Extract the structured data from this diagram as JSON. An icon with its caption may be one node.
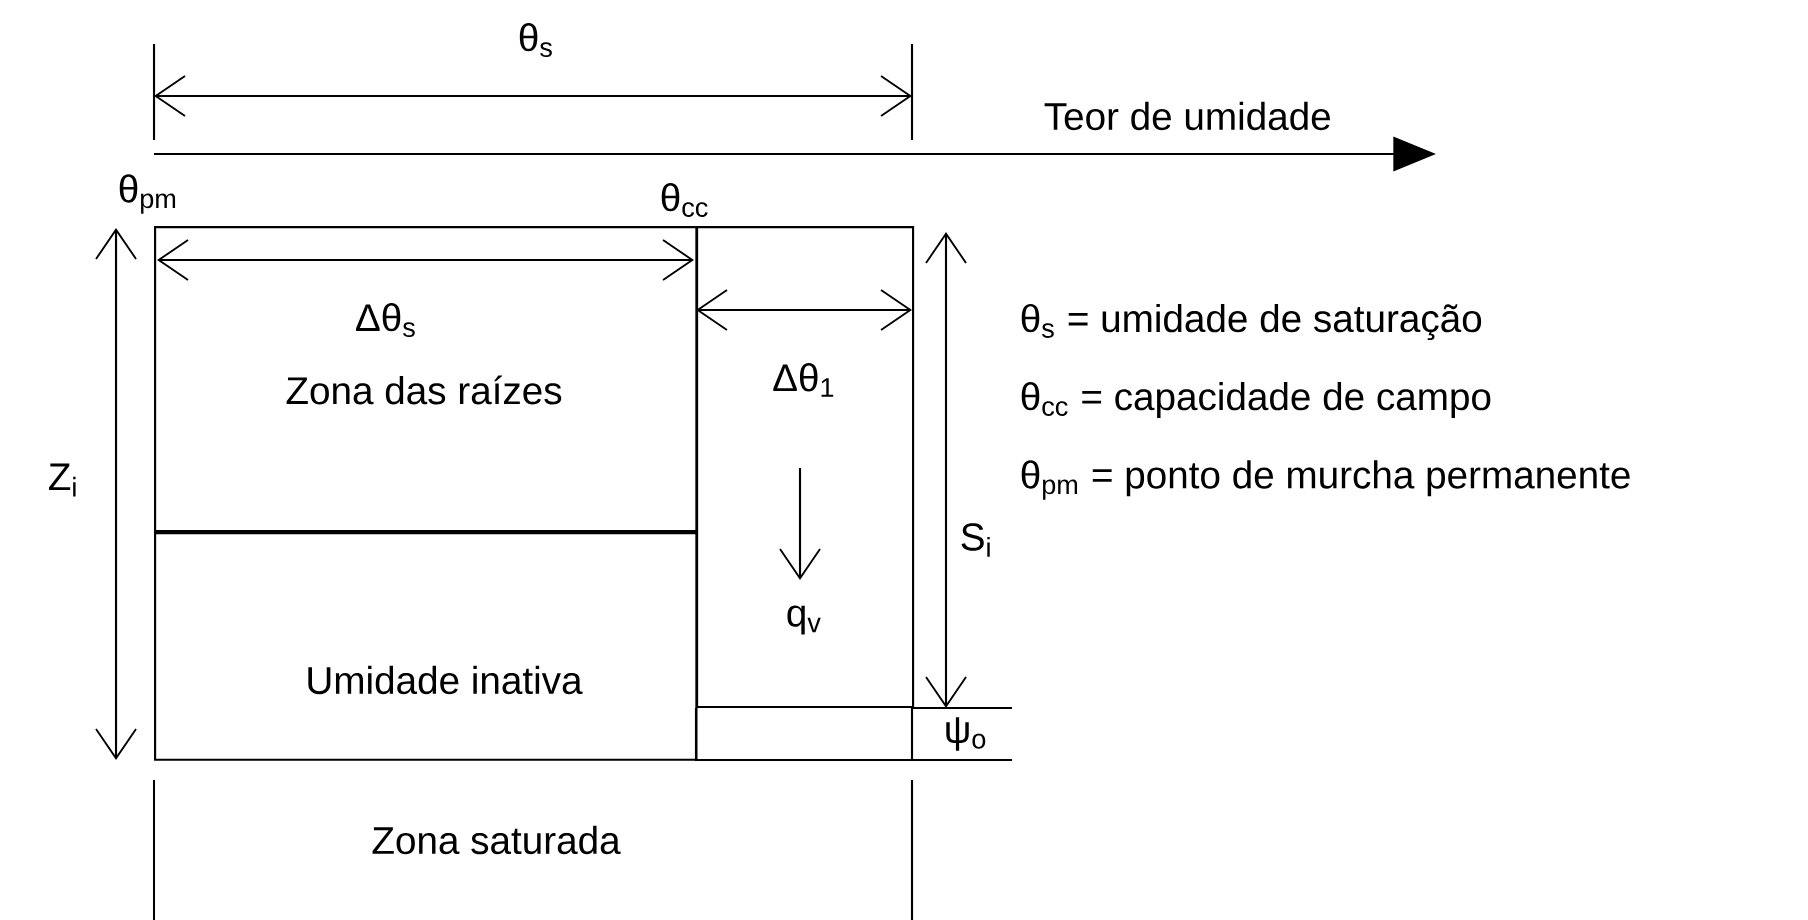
{
  "diagram": {
    "nodes": [
      {
        "text": [
          "Zona das raízes"
        ]
      },
      {
        "text": [
          "Umidade inativa"
        ]
      },
      {
        "text": [
          "Δθ$_{1}$",
          "q$_{v}$"
        ]
      }
    ],
    "labels": [
      "θ$_{s}$",
      "Teor de umidade",
      "θ$_{pm}$",
      "θ$_{cc}$",
      "Δθ$_{s}$",
      "θ$_{s}$   = umidade de saturação",
      "Z$_{i}$",
      "θ$_{cc}$ = capacidade de campo",
      "θ$_{pm}$ = ponto de murcha permanente",
      "S$_{i}$",
      "ψ$_{o}$",
      "Zona saturada"
    ]
  }
}
